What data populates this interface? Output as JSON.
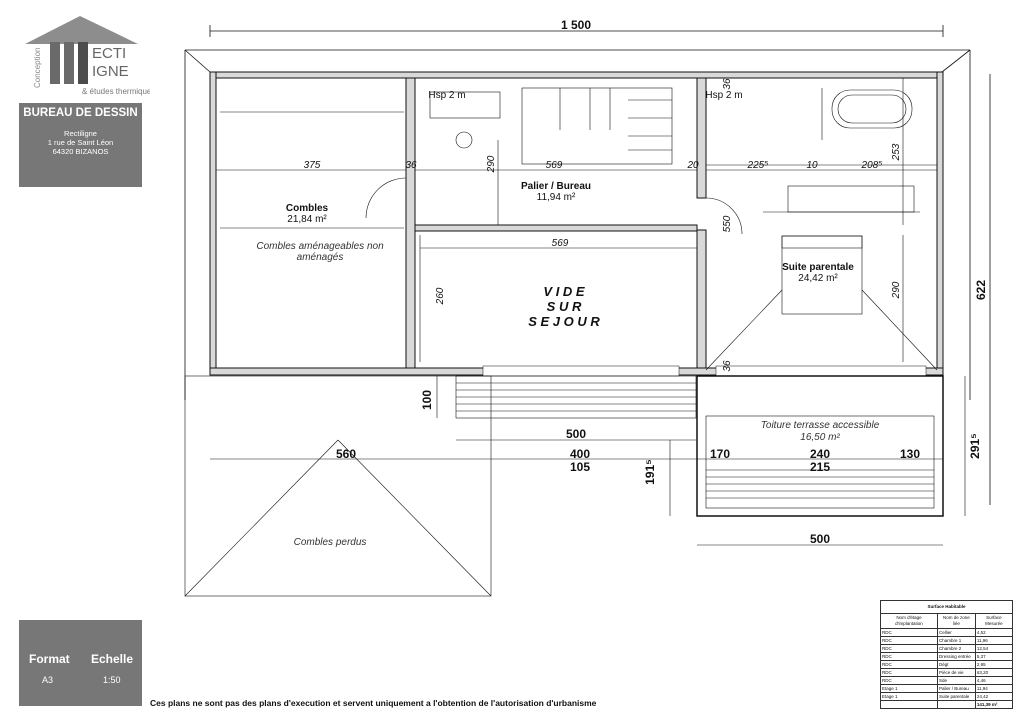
{
  "logo": {
    "brand_top": "ECTI",
    "brand_bottom": "IGNE",
    "side_text": "Conception",
    "sub_text": "& études thermiques"
  },
  "bureau": {
    "title": "BUREAU DE DESSIN",
    "name": "Rectiligne",
    "address": "1 rue de Saint Léon",
    "city": "64320 BIZANOS"
  },
  "plan": {
    "dims": {
      "total_width": "1 500",
      "total_height": "622",
      "d375": "375",
      "d36a": "36",
      "d290a": "290",
      "d569a": "569",
      "d20": "20",
      "d225": "225⁵",
      "d10": "10",
      "d208": "208⁵",
      "d36b": "36",
      "d253": "253",
      "d550": "550",
      "d569b": "569",
      "d260": "260",
      "d290b": "290",
      "d36c": "36",
      "d100": "100",
      "d500a": "500",
      "d560": "560",
      "d400": "400",
      "d105": "105",
      "d191": "191⁵",
      "d170": "170",
      "d240": "240",
      "d130": "130",
      "d215": "215",
      "d291": "291⁵",
      "d500b": "500"
    },
    "rooms": {
      "combles_name": "Combles",
      "combles_area": "21,84 m²",
      "combles_note1": "Combles aménageables non",
      "combles_note2": "aménagés",
      "palier_name": "Palier / Bureau",
      "palier_area": "11,94 m²",
      "vide1": "V I D E",
      "vide2": "S U R",
      "vide3": "S E J O U R",
      "suite_name": "Suite parentale",
      "suite_area": "24,42 m²",
      "terrasse_name": "Toiture terrasse accessible",
      "terrasse_area": "16,50 m²",
      "perdus": "Combles perdus",
      "hsp1": "Hsp 2 m",
      "hsp2": "Hsp 2 m"
    }
  },
  "format": {
    "format_label": "Format",
    "format_value": "A3",
    "scale_label": "Echelle",
    "scale_value": "1:50"
  },
  "disclaimer": "Ces plans ne sont pas des plans d'execution et servent uniquement a l'obtention de l'autorisation d'urbanisme",
  "surface_table": {
    "caption": "Surface Habitable",
    "headers": [
      "Nom d'étage d'implantation",
      "Nom de zone liée",
      "Surface Mesurée"
    ],
    "rows": [
      [
        "RDC",
        "Cellier",
        "4,52"
      ],
      [
        "RDC",
        "Chambre 1",
        "11,96"
      ],
      [
        "RDC",
        "Chambre 2",
        "12,54"
      ],
      [
        "RDC",
        "Dressing entrée",
        "5,37"
      ],
      [
        "RDC",
        "Dégt",
        "2,95"
      ],
      [
        "RDC",
        "Pièce de vie",
        "63,20"
      ],
      [
        "RDC",
        "Sde",
        "4,46"
      ],
      [
        "Etage 1",
        "Palier / Bureau",
        "11,94"
      ],
      [
        "Etage 1",
        "Suite parentale",
        "24,42"
      ]
    ],
    "total": "141,39 m²"
  }
}
